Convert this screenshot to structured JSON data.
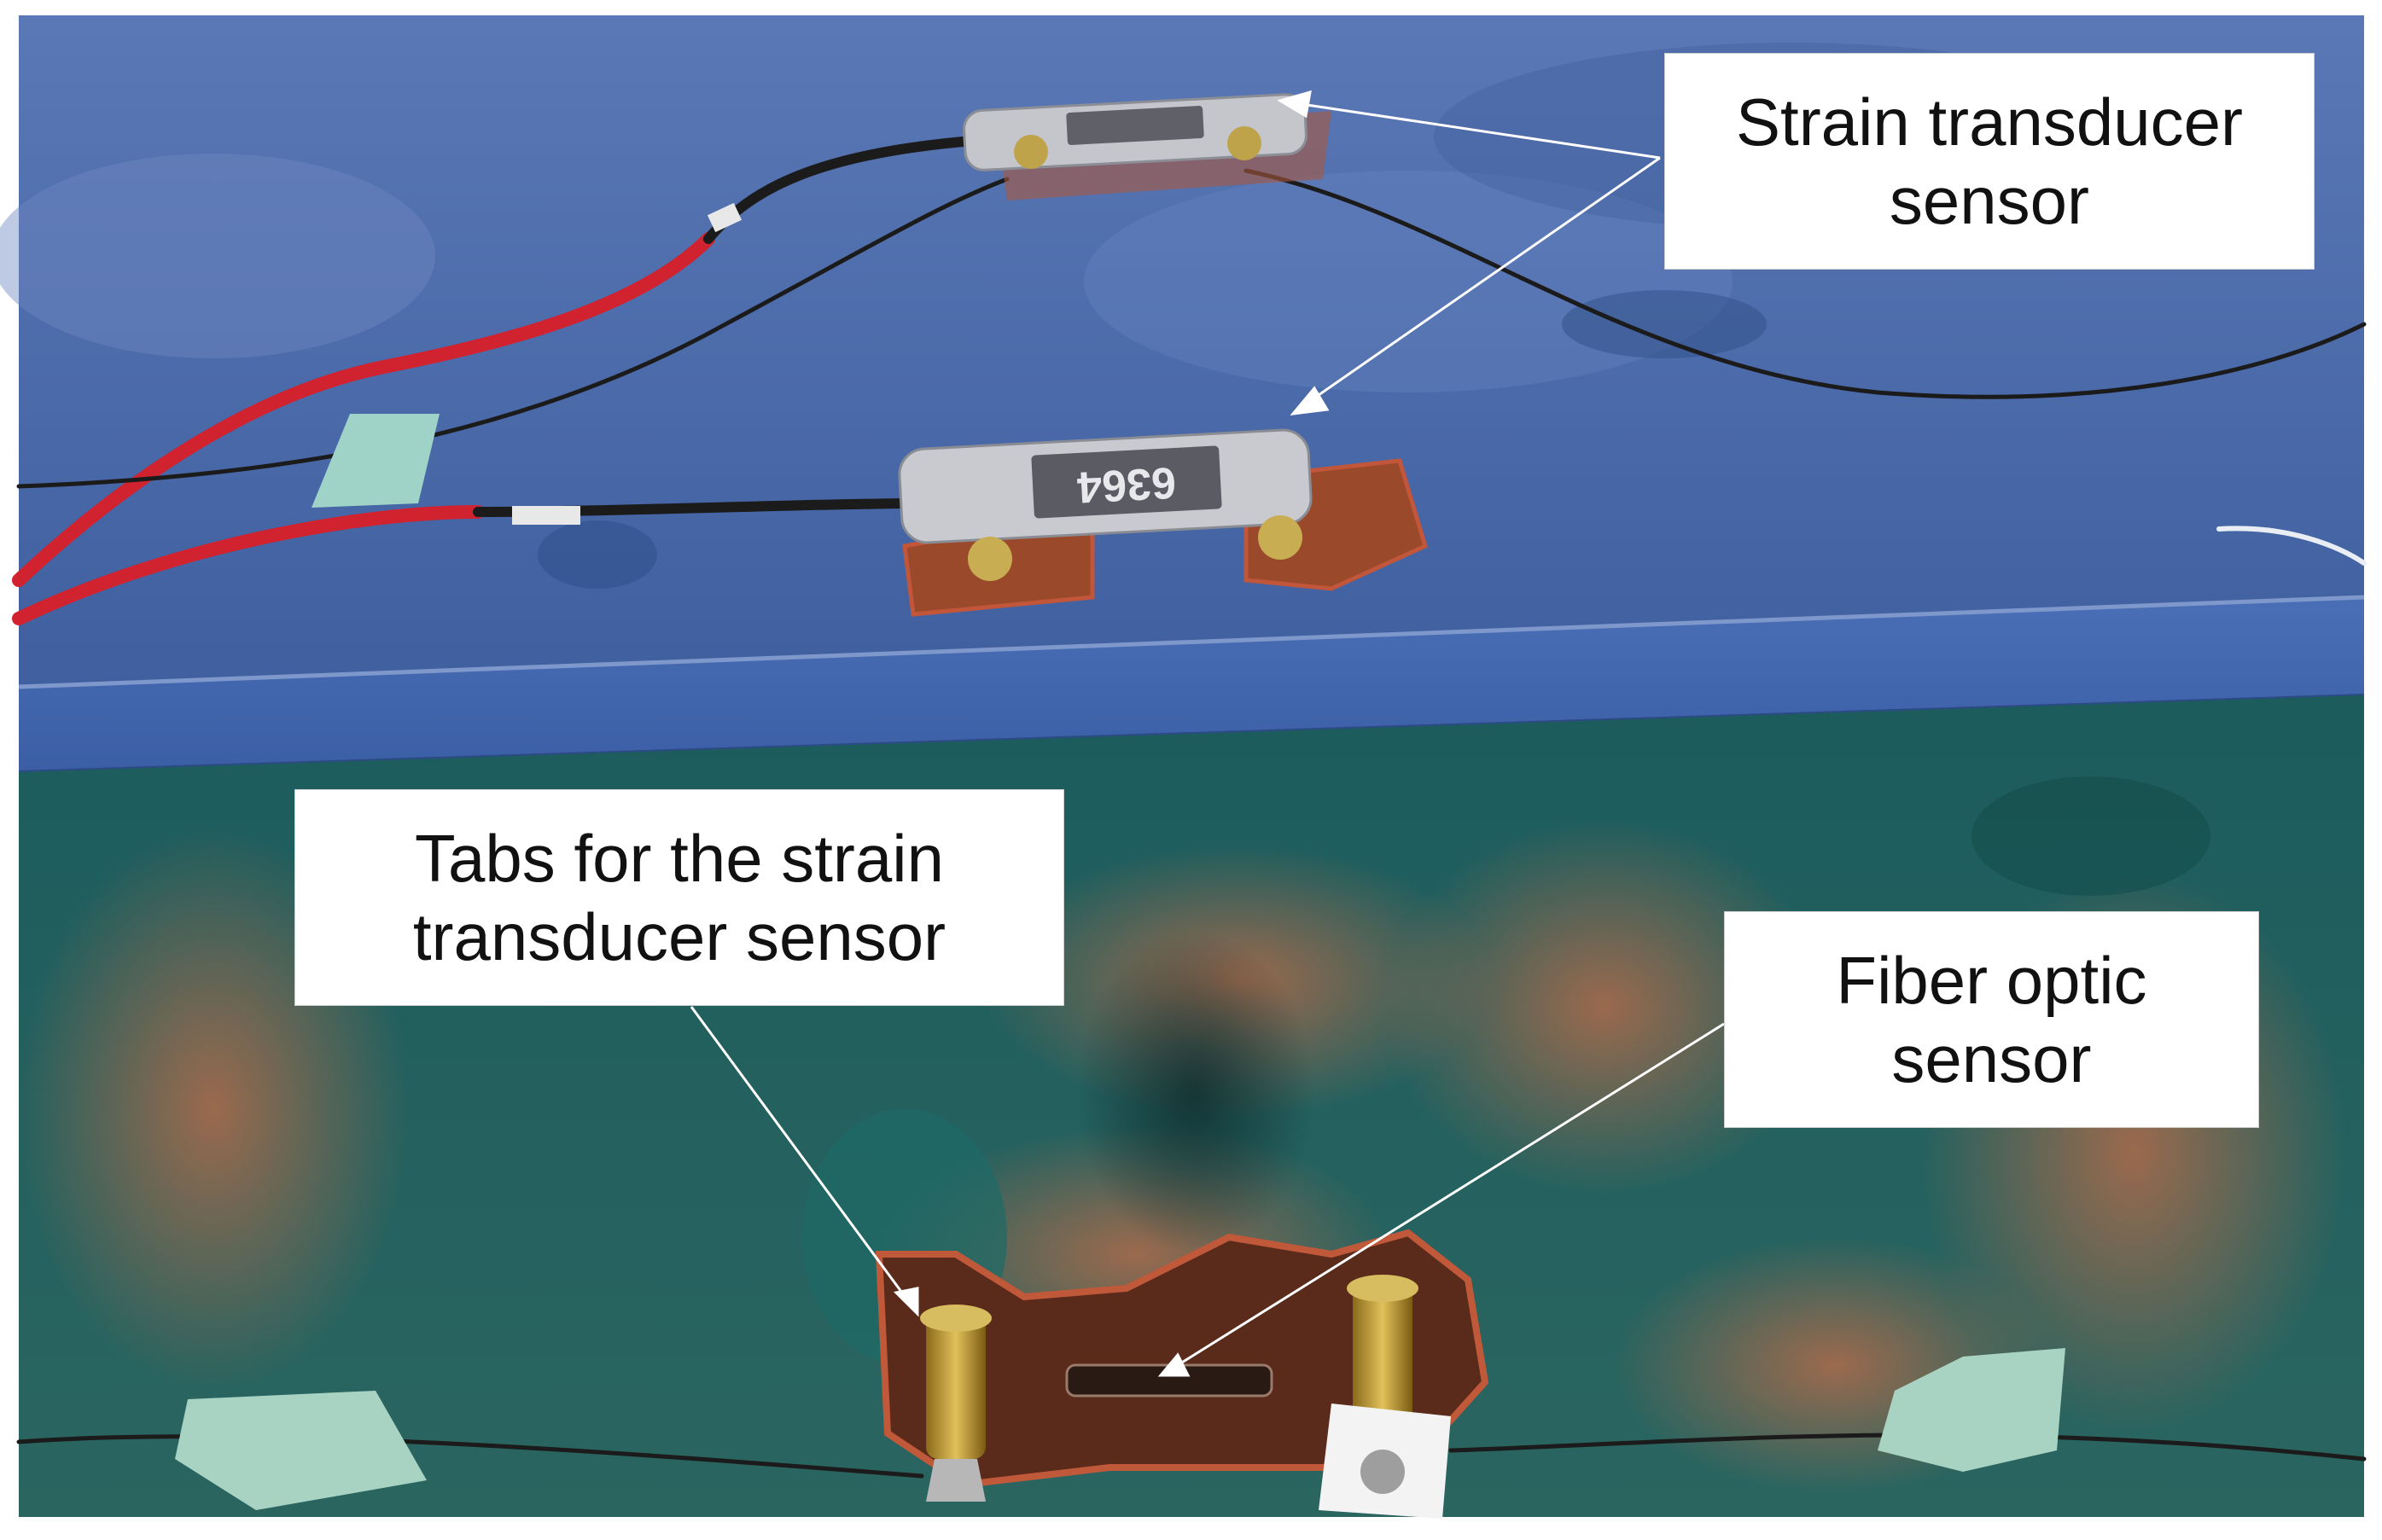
{
  "image": {
    "description_colors": {
      "upper_panel": "#4f6fae",
      "lower_panel": "#1f5a5a",
      "rust": "#9a4a2b",
      "cable_red": "#d0222f",
      "cable_black": "#1b1b1b",
      "tape": "#9fd3c7"
    },
    "sensor_label_text": "6364"
  },
  "callouts": {
    "strain_transducer": {
      "label": "Strain transducer\nsensor"
    },
    "tabs": {
      "label": "Tabs for the strain\ntransducer sensor"
    },
    "fiber_optic": {
      "label": "Fiber optic\nsensor"
    }
  }
}
